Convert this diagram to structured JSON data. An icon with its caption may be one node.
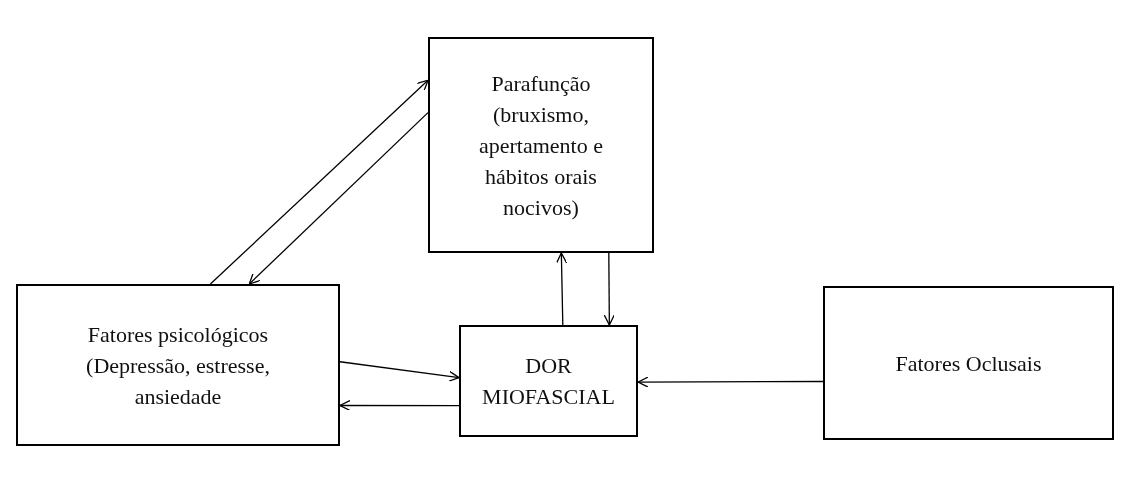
{
  "diagram": {
    "nodes": [
      {
        "text": [
          "Parafunção (bruxismo, apertamento e hábitos orais nocivos)"
        ]
      },
      {
        "text": [
          "Fatores psicológicos (Depressão, estresse, ansiedade"
        ]
      },
      {
        "text": [
          "DOR MIOFASCIAL"
        ]
      },
      {
        "text": [
          "Fatores Oclusais"
        ]
      }
    ],
    "edges": [
      {
        "from": 1,
        "to": 0,
        "arrow": "to"
      },
      {
        "from": 0,
        "to": 1,
        "arrow": "to"
      },
      {
        "from": 2,
        "to": 0,
        "arrow": "to"
      },
      {
        "from": 0,
        "to": 2,
        "arrow": "to"
      },
      {
        "from": 1,
        "to": 2,
        "arrow": "to"
      },
      {
        "from": 2,
        "to": 1,
        "arrow": "to"
      },
      {
        "from": 3,
        "to": 2,
        "arrow": "to"
      }
    ]
  }
}
